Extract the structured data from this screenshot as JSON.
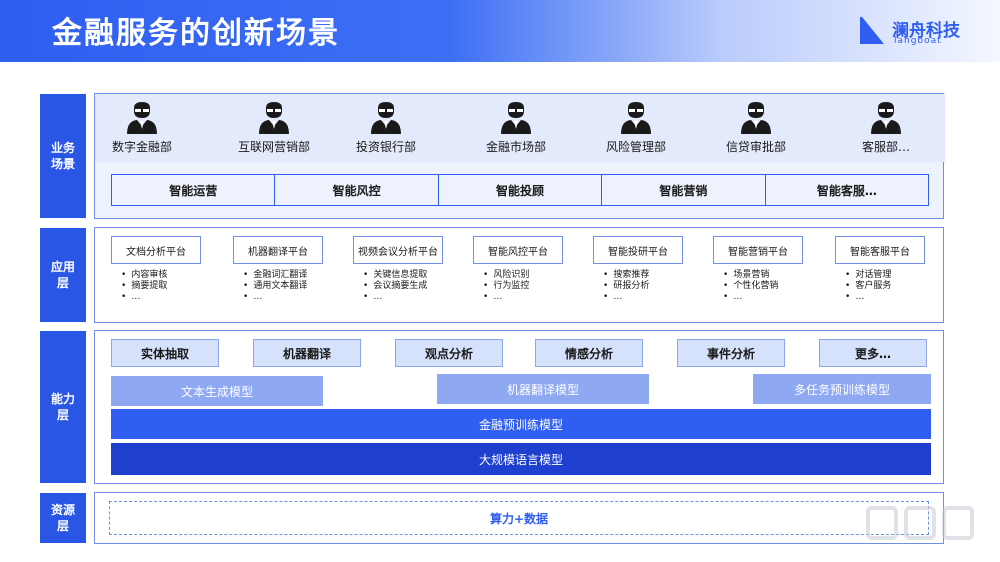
{
  "header": {
    "title": "金融服务的创新场景"
  },
  "logo": {
    "name": "澜舟科技",
    "sub": "langboat"
  },
  "layers": {
    "business": {
      "label": "业务场景"
    },
    "app": {
      "label": "应用层"
    },
    "ability": {
      "label": "能力层"
    },
    "resource": {
      "label": "资源层"
    }
  },
  "business": {
    "departments": [
      "数字金融部",
      "互联网营销部",
      "投资银行部",
      "金融市场部",
      "风险管理部",
      "信贷审批部",
      "客服部…"
    ],
    "smart": [
      "智能运营",
      "智能风控",
      "智能投顾",
      "智能营销",
      "智能客服…"
    ]
  },
  "app": {
    "platforms": [
      {
        "name": "文档分析平台",
        "items": [
          "内容审核",
          "摘要提取",
          "…"
        ]
      },
      {
        "name": "机器翻译平台",
        "items": [
          "金融词汇翻译",
          "通用文本翻译",
          "…"
        ]
      },
      {
        "name": "视频会议分析平台",
        "items": [
          "关键信息提取",
          "会议摘要生成",
          "…"
        ]
      },
      {
        "name": "智能风控平台",
        "items": [
          "风险识别",
          "行为监控",
          "…"
        ]
      },
      {
        "name": "智能投研平台",
        "items": [
          "搜索推荐",
          "研报分析",
          "…"
        ]
      },
      {
        "name": "智能营销平台",
        "items": [
          "场景营销",
          "个性化营销",
          "…"
        ]
      },
      {
        "name": "智能客服平台",
        "items": [
          "对话管理",
          "客户服务",
          "…"
        ]
      }
    ]
  },
  "ability": {
    "items": [
      "实体抽取",
      "机器翻译",
      "观点分析",
      "情感分析",
      "事件分析",
      "更多…"
    ],
    "models": {
      "text_gen": "文本生成模型",
      "mt": "机器翻译模型",
      "multitask": "多任务预训练模型",
      "fin_pretrain": "金融预训练模型",
      "llm": "大规模语言模型"
    }
  },
  "resource": {
    "content": "算力+数据"
  },
  "colors": {
    "primary": "#2f5ef0",
    "dark": "#1f3fcf",
    "light": "#8ea8f2",
    "panel_bg": "#e3eafb"
  },
  "icons": {
    "person": "person-icon"
  }
}
